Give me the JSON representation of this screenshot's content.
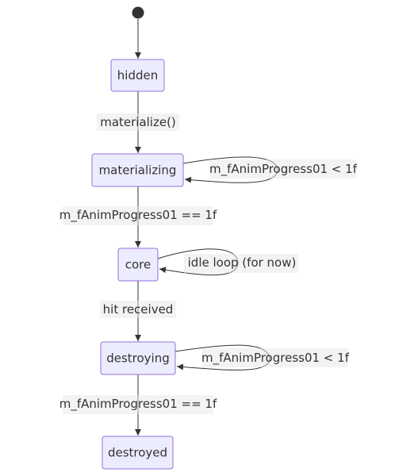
{
  "diagram": {
    "type": "state-diagram",
    "states": [
      {
        "id": "hidden",
        "label": "hidden"
      },
      {
        "id": "materializing",
        "label": "materializing"
      },
      {
        "id": "core",
        "label": "core"
      },
      {
        "id": "destroying",
        "label": "destroying"
      },
      {
        "id": "destroyed",
        "label": "destroyed"
      }
    ],
    "transitions": [
      {
        "from": "start",
        "to": "hidden",
        "label": ""
      },
      {
        "from": "hidden",
        "to": "materializing",
        "label": "materialize()"
      },
      {
        "from": "materializing",
        "to": "materializing",
        "label": "m_fAnimProgress01 < 1f"
      },
      {
        "from": "materializing",
        "to": "core",
        "label": "m_fAnimProgress01 == 1f"
      },
      {
        "from": "core",
        "to": "core",
        "label": "idle loop (for now)"
      },
      {
        "from": "core",
        "to": "destroying",
        "label": "hit received"
      },
      {
        "from": "destroying",
        "to": "destroying",
        "label": "m_fAnimProgress01 < 1f"
      },
      {
        "from": "destroying",
        "to": "destroyed",
        "label": "m_fAnimProgress01 == 1f"
      }
    ],
    "colors": {
      "node_fill": "#ECECFF",
      "node_stroke": "#9370DB",
      "edge": "#333333",
      "text": "#333333",
      "start_dot": "#333333"
    }
  }
}
